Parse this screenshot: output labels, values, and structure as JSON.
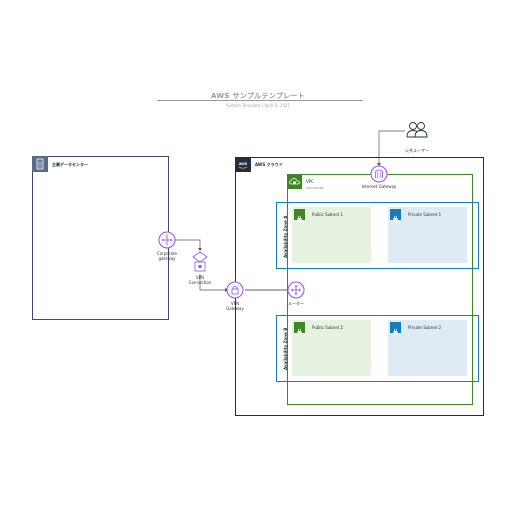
{
  "header": {
    "title": "AWS サンプルテンプレート",
    "subtitle": "System Template | April 4, 2021"
  },
  "datacenter": {
    "label": "企業データセンター"
  },
  "aws_cloud": {
    "label": "AWS クラウド"
  },
  "vpc": {
    "label": "VPC",
    "cidr": "10.0.0.0/16"
  },
  "zones": [
    {
      "label": "Availability Zone A",
      "public": "Public Subnet 1",
      "private": "Private Subnet 1"
    },
    {
      "label": "Availability Zone B",
      "public": "Public Subnet 2",
      "private": "Private Subnet 2"
    }
  ],
  "nodes": {
    "corporate_gateway": [
      "Corporate",
      "gateway"
    ],
    "vpn_connection": [
      "VPN",
      "Connection"
    ],
    "vpn_gateway": [
      "VPN",
      "Gateway"
    ],
    "router": "ルーター",
    "internet_gateway": "Internet Gateway",
    "users": "公共ユーザー"
  },
  "colors": {
    "aws_dark": "#232f3e",
    "vpc_green": "#3f8624",
    "az_blue": "#147eba",
    "vpn_purple": "#8c4fff",
    "public_fill": "#e7f3e1",
    "private_fill": "#deebf5"
  },
  "icons": {
    "datacenter": "building-icon",
    "aws": "aws-logo-icon",
    "vpc": "cloud-lock-icon",
    "subnet": "lock-icon",
    "users": "users-icon"
  }
}
